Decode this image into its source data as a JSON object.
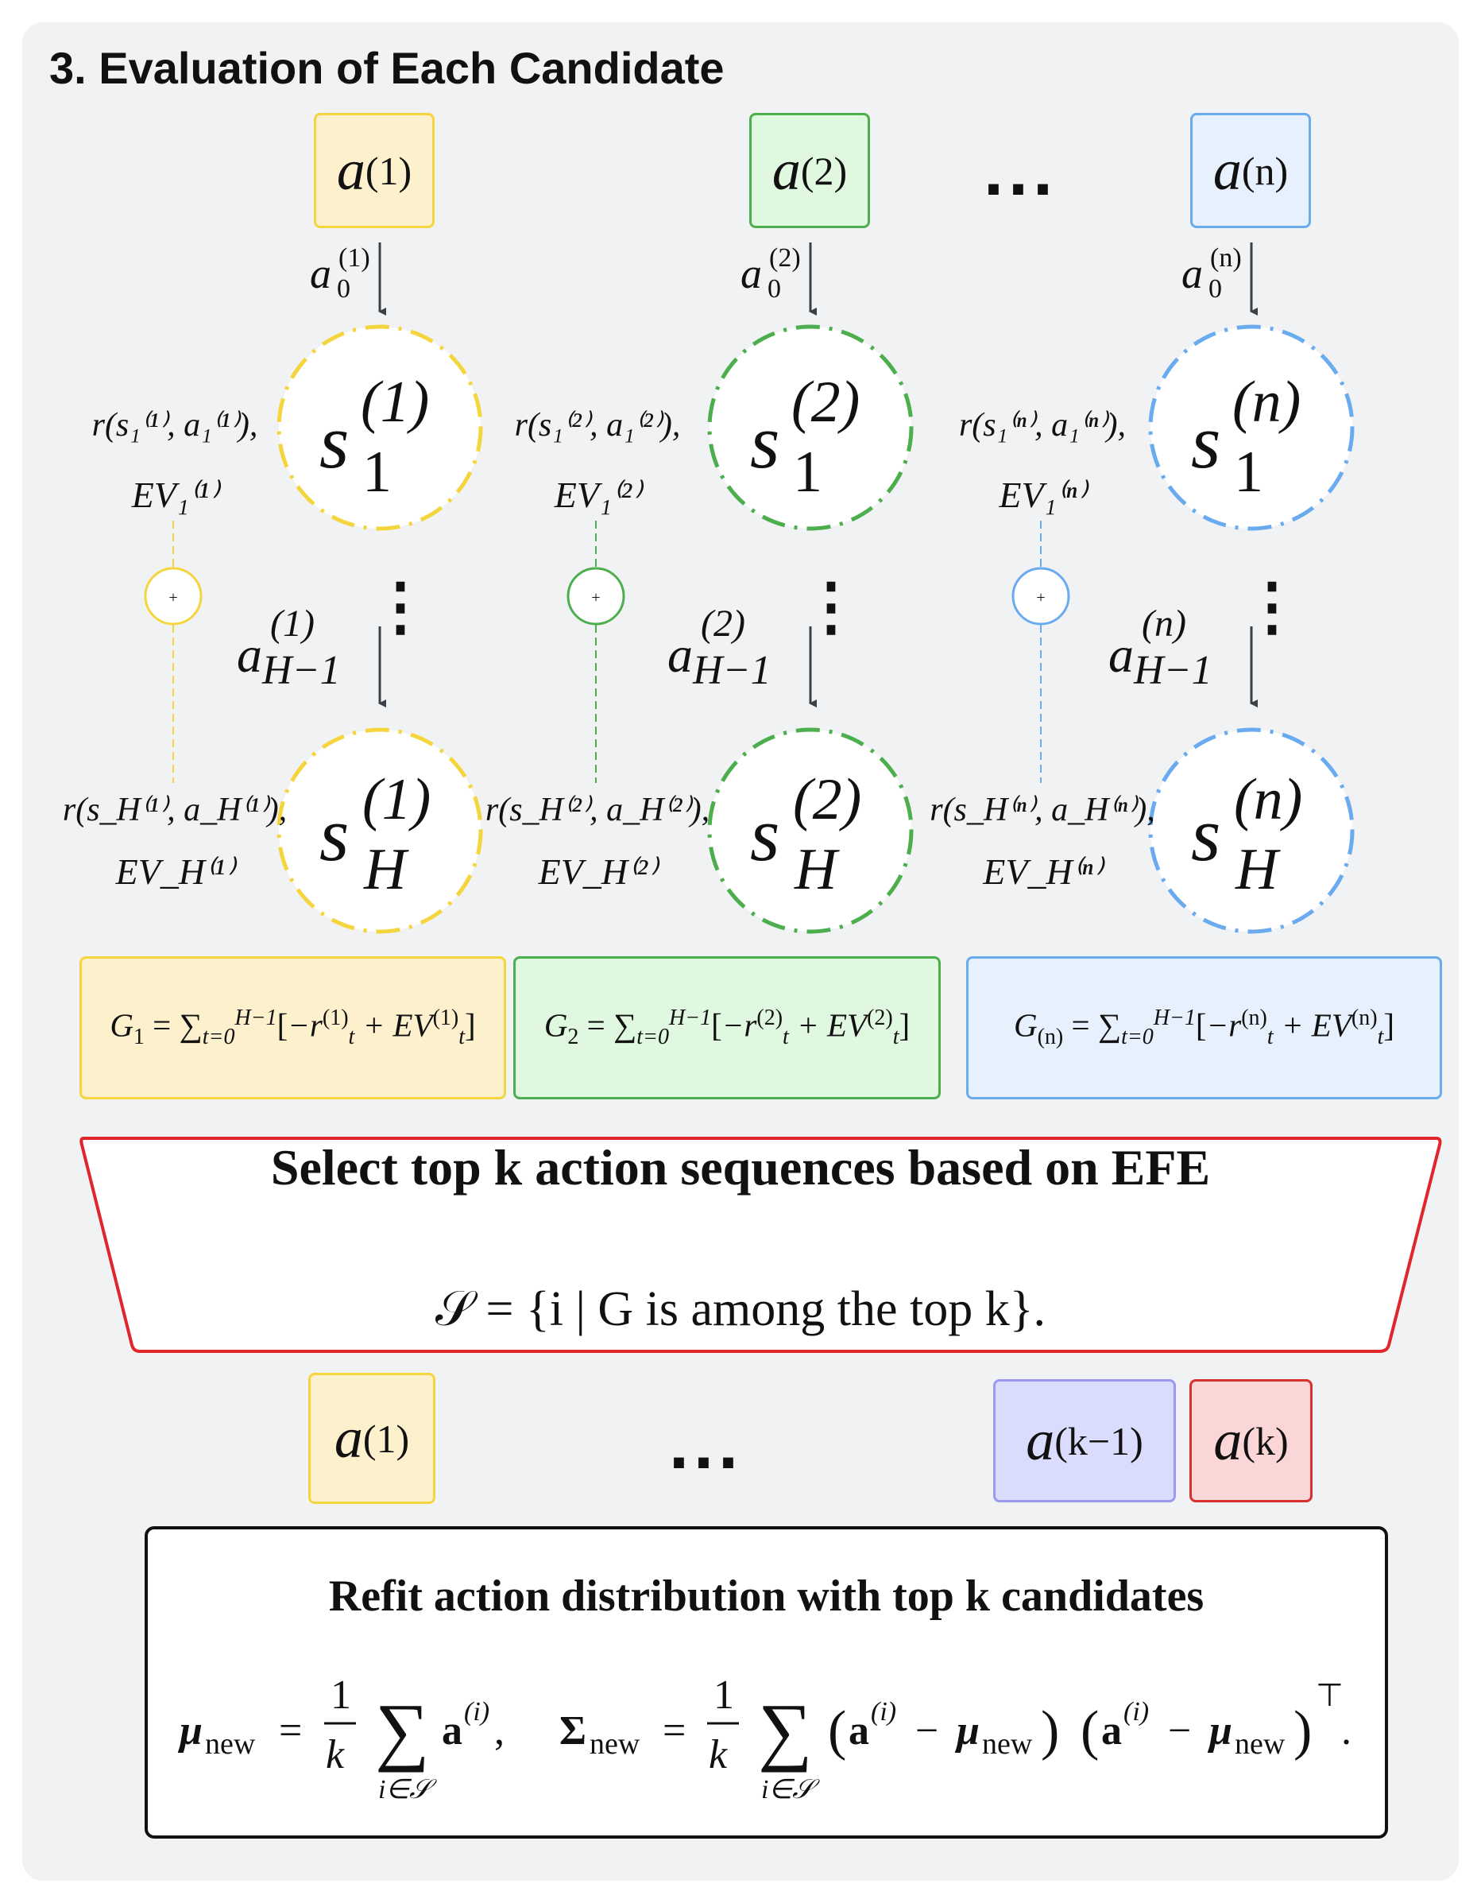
{
  "title": "3. Evaluation of Each Candidate",
  "candidates": [
    {
      "label": "a",
      "index": "(1)",
      "init_action": "a",
      "init_sub": "0",
      "init_sup": "(1)",
      "state_top": "s",
      "state_top_sub": "1",
      "state_top_sup": "(1)",
      "state_bottom": "s",
      "state_bottom_sub": "H",
      "state_bottom_sup": "(1)",
      "last_action": "a",
      "last_sub": "H−1",
      "last_sup": "(1)",
      "reward_top": "r(s₁⁽¹⁾, a₁⁽¹⁾),",
      "ev_top": "EV₁⁽¹⁾",
      "reward_bottom": "r(s_H⁽¹⁾, a_H⁽¹⁾),",
      "ev_bottom": "EV_H⁽¹⁾",
      "plus": "+",
      "G_label": "G",
      "G_sub": "1",
      "G_rest_idx": "(1)",
      "color": "#f5d53d",
      "fill": "#fdf0cc"
    },
    {
      "label": "a",
      "index": "(2)",
      "init_action": "a",
      "init_sub": "0",
      "init_sup": "(2)",
      "state_top": "s",
      "state_top_sub": "1",
      "state_top_sup": "(2)",
      "state_bottom": "s",
      "state_bottom_sub": "H",
      "state_bottom_sup": "(2)",
      "last_action": "a",
      "last_sub": "H−1",
      "last_sup": "(2)",
      "reward_top": "r(s₁⁽²⁾, a₁⁽²⁾),",
      "ev_top": "EV₁⁽²⁾",
      "reward_bottom": "r(s_H⁽²⁾, a_H⁽²⁾),",
      "ev_bottom": "EV_H⁽²⁾",
      "plus": "+",
      "G_label": "G",
      "G_sub": "2",
      "G_rest_idx": "(2)",
      "color": "#4cae4c",
      "fill": "#e0f8df"
    },
    {
      "label": "a",
      "index": "(n)",
      "init_action": "a",
      "init_sub": "0",
      "init_sup": "(n)",
      "state_top": "s",
      "state_top_sub": "1",
      "state_top_sup": "(n)",
      "state_bottom": "s",
      "state_bottom_sub": "H",
      "state_bottom_sup": "(n)",
      "last_action": "a",
      "last_sub": "H−1",
      "last_sup": "(n)",
      "reward_top": "r(s₁⁽ⁿ⁾, a₁⁽ⁿ⁾),",
      "ev_top": "EV₁⁽ⁿ⁾",
      "reward_bottom": "r(s_H⁽ⁿ⁾, a_H⁽ⁿ⁾),",
      "ev_bottom": "EV_H⁽ⁿ⁾",
      "plus": "+",
      "G_label": "G",
      "G_sub": "(n)",
      "G_rest_idx": "(n)",
      "color": "#6aaaee",
      "fill": "#e7f1fd"
    }
  ],
  "ellipsis": "...",
  "vertical_ellipsis": "⋮",
  "g_formula_parts": {
    "sum_top": "H−1",
    "sum_bottom": "t=0",
    "minus_r": "−r",
    "r_sub": "t",
    "plus_ev": "+ EV",
    "ev_sub": "t"
  },
  "select": {
    "title": "Select top k action sequences based on EFE",
    "equation": "𝒮 = {i | G is among the top k}.",
    "border_color": "#e0262b"
  },
  "selected": [
    {
      "label": "a",
      "index": "(1)",
      "color": "#f5d53d",
      "fill": "#fdf0cc"
    },
    {
      "label": "a",
      "index": "(k−1)",
      "color": "#9a9bf0",
      "fill": "#dadcfd"
    },
    {
      "label": "a",
      "index": "(k)",
      "color": "#d8322e",
      "fill": "#fbd6d6"
    }
  ],
  "refit": {
    "title": "Refit action distribution with top k candidates",
    "mu": "μ",
    "sigma": "Σ",
    "new": "new",
    "one": "1",
    "k": "k",
    "sum": "∑",
    "sum_sub": "i∈𝒮",
    "a": "a",
    "a_sup": "(i)",
    "transpose": "⊤"
  }
}
